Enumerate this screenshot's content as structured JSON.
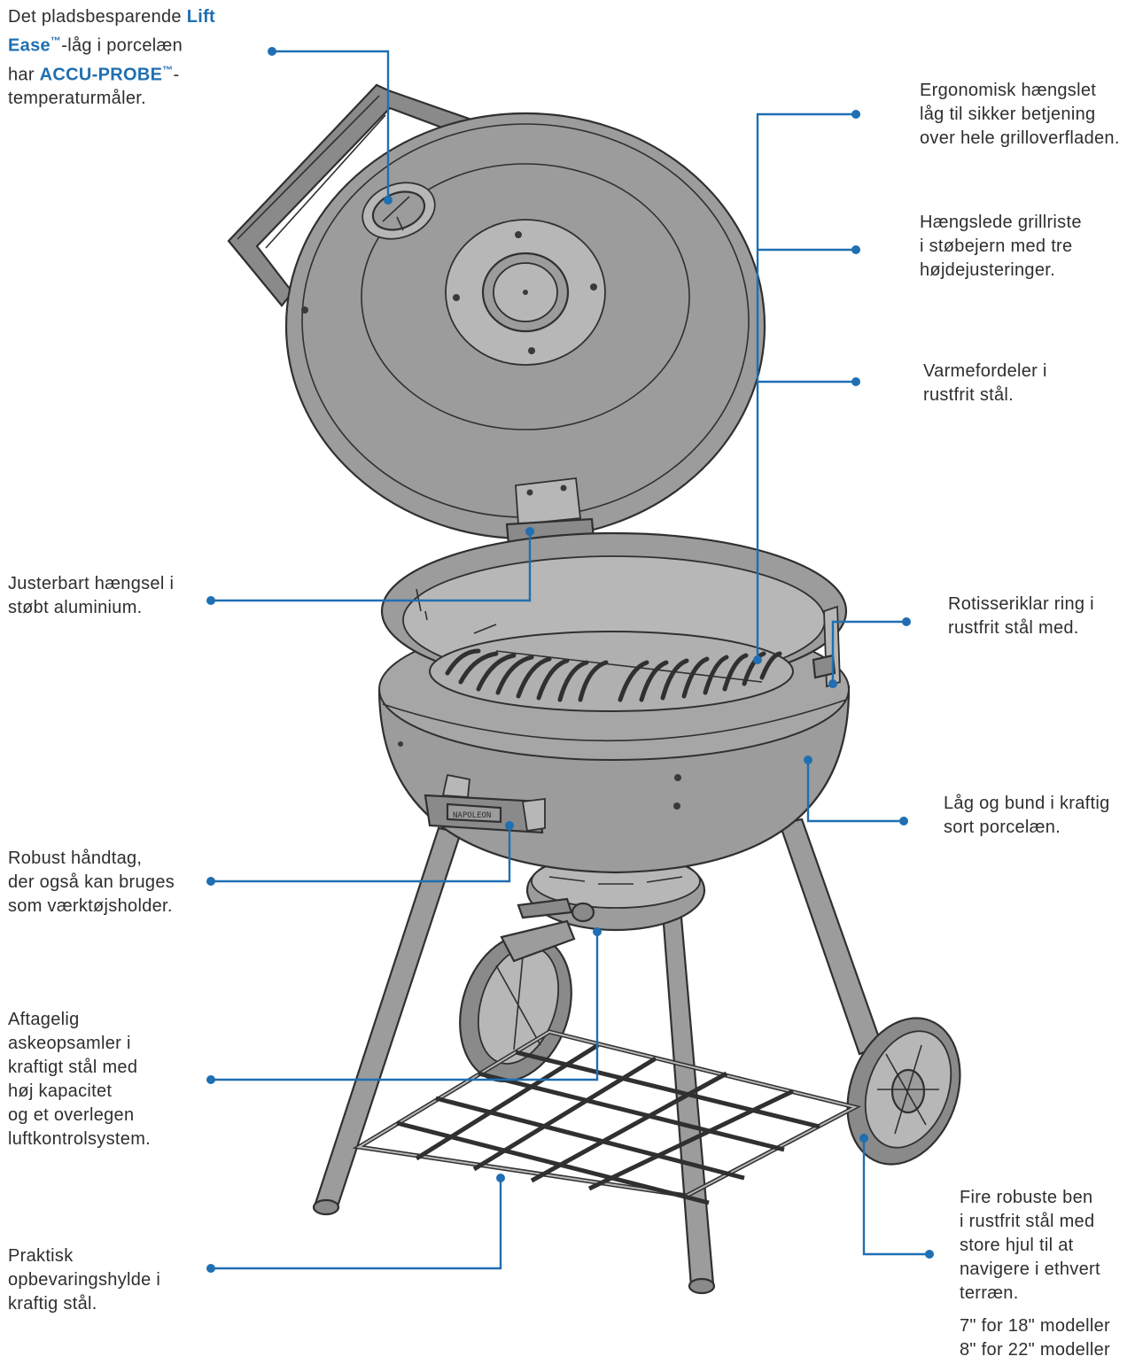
{
  "callouts": {
    "lid": {
      "part1": "Det pladsbesparende ",
      "accent1": "Lift Ease",
      "tm1": "™",
      "part2": "-låg i porcelæn\nhar ",
      "accent2": "ACCU-PROBE",
      "tm2": "™",
      "part3": "-\ntemperaturmåler."
    },
    "ergonomic_lid": "Ergonomisk hængslet\nlåg til sikker betjening\nover hele grilloverfladen.",
    "grates": "Hængslede grillriste\ni støbejern med tre\nhøjdejusteringer.",
    "heat_distributor": "Varmefordeler i\nrustfrit stål.",
    "hinge": "Justerbart hængsel i\nstøbt aluminium.",
    "rotisserie": "Rotisseriklar ring i\nrustfrit stål med.",
    "porcelain": "Låg og bund i kraftig\nsort porcelæn.",
    "handle": "Robust håndtag,\nder også kan bruges\nsom værktøjsholder.",
    "ash_catcher": "Aftagelig\naskeopsamler i\nkraftigt stål med\nhøj kapacitet\nog et overlegen\nluftkontrolsystem.",
    "shelf": "Praktisk\nopbevaringshylde i\nkraftig stål.",
    "legs": "Fire robuste ben\ni rustfrit stål med\nstore hjul til at\nnavigere i ethvert\nterræn.",
    "wheel_sizes": "7\" for 18\" modeller\n8\" for 22\" modeller"
  },
  "illustration": {
    "handle_brand": "NAPOLEON"
  },
  "colors": {
    "accent": "#1f6fb2",
    "line_art": "#303030",
    "body_fill": "#9c9c9c"
  }
}
